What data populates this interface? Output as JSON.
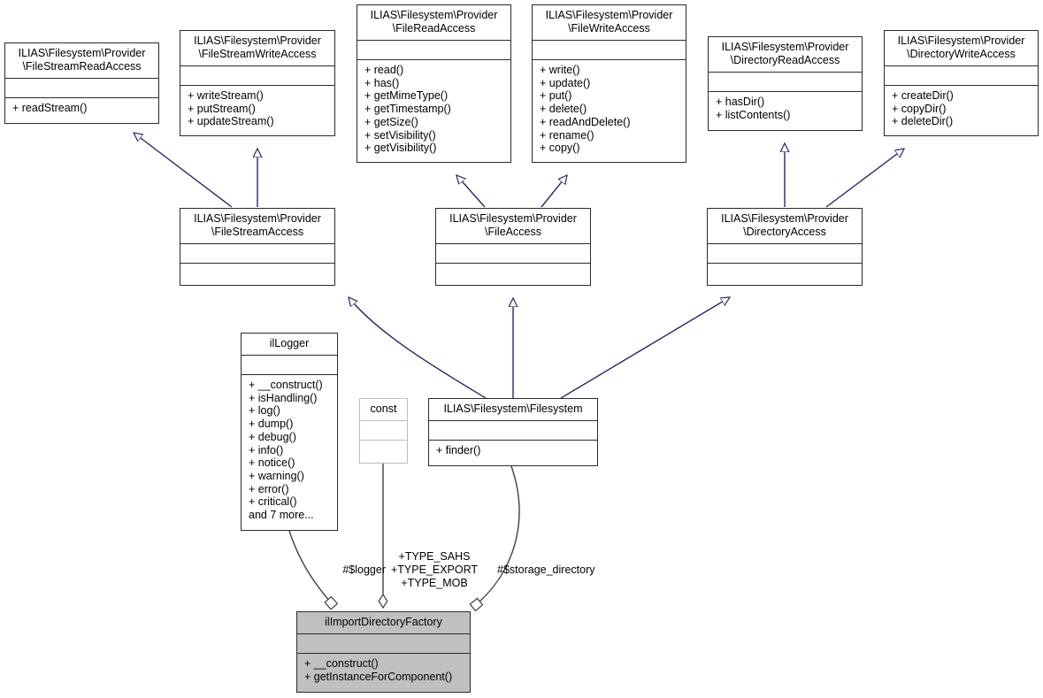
{
  "diagram": {
    "kind": "uml-class-diagram",
    "background": "#ffffff",
    "inheritance_color": "#27276b",
    "association_color": "#404040",
    "shaded_fill": "#c0c0c0"
  },
  "classes": {
    "file_stream_read_access": {
      "name": "ILIAS\\Filesystem\\Provider\n\\FileStreamReadAccess",
      "attributes": "",
      "operations": "+ readStream()"
    },
    "file_stream_write_access": {
      "name": "ILIAS\\Filesystem\\Provider\n\\FileStreamWriteAccess",
      "attributes": "",
      "operations": "+ writeStream()\n+ putStream()\n+ updateStream()"
    },
    "file_read_access": {
      "name": "ILIAS\\Filesystem\\Provider\n\\FileReadAccess",
      "attributes": "",
      "operations": "+ read()\n+ has()\n+ getMimeType()\n+ getTimestamp()\n+ getSize()\n+ setVisibility()\n+ getVisibility()"
    },
    "file_write_access": {
      "name": "ILIAS\\Filesystem\\Provider\n\\FileWriteAccess",
      "attributes": "",
      "operations": "+ write()\n+ update()\n+ put()\n+ delete()\n+ readAndDelete()\n+ rename()\n+ copy()"
    },
    "directory_read_access": {
      "name": "ILIAS\\Filesystem\\Provider\n\\DirectoryReadAccess",
      "attributes": "",
      "operations": "+ hasDir()\n+ listContents()"
    },
    "directory_write_access": {
      "name": "ILIAS\\Filesystem\\Provider\n\\DirectoryWriteAccess",
      "attributes": "",
      "operations": "+ createDir()\n+ copyDir()\n+ deleteDir()"
    },
    "file_stream_access": {
      "name": "ILIAS\\Filesystem\\Provider\n\\FileStreamAccess",
      "attributes": "",
      "operations": ""
    },
    "file_access": {
      "name": "ILIAS\\Filesystem\\Provider\n\\FileAccess",
      "attributes": "",
      "operations": ""
    },
    "directory_access": {
      "name": "ILIAS\\Filesystem\\Provider\n\\DirectoryAccess",
      "attributes": "",
      "operations": ""
    },
    "il_logger": {
      "name": "ilLogger",
      "attributes": "",
      "operations": "+ __construct()\n+ isHandling()\n+ log()\n+ dump()\n+ debug()\n+ info()\n+ notice()\n+ warning()\n+ error()\n+ critical()\nand 7 more..."
    },
    "const_box": {
      "name": "const",
      "attributes": "",
      "operations": ""
    },
    "filesystem": {
      "name": "ILIAS\\Filesystem\\Filesystem",
      "attributes": "",
      "operations": "+ finder()"
    },
    "il_import_directory_factory": {
      "name": "ilImportDirectoryFactory",
      "attributes": "",
      "operations": "+ __construct()\n+ getInstanceForComponent()"
    }
  },
  "edge_labels": {
    "logger": "#$logger",
    "types": "+TYPE_SAHS\n+TYPE_EXPORT\n+TYPE_MOB",
    "storage_directory": "#$storage_directory"
  }
}
